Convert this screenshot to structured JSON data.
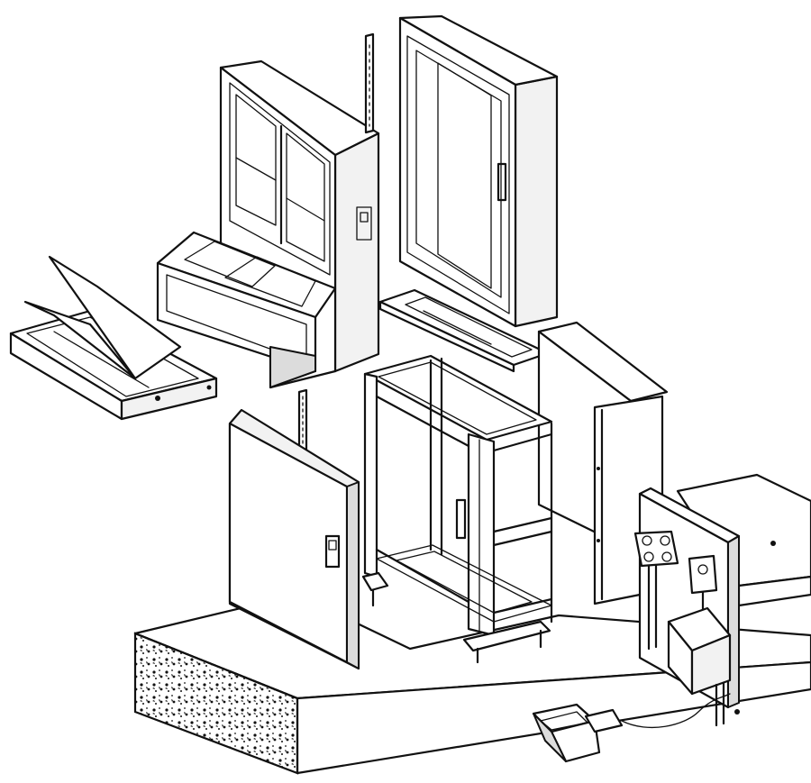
{
  "figure": {
    "kind": "exploded-isometric-line-drawing",
    "components": [
      "console-cabinet",
      "control-desk-drawer",
      "glazed-door-cabinet",
      "roof-plate",
      "cabinet-frame",
      "side-panel",
      "front-door-panel",
      "mounting-plate",
      "mounting-rails",
      "plinth-floor",
      "foot-pedal"
    ],
    "colors": {
      "line": "#111111",
      "paper": "#ffffff",
      "shade": "#dcdcdc"
    }
  }
}
